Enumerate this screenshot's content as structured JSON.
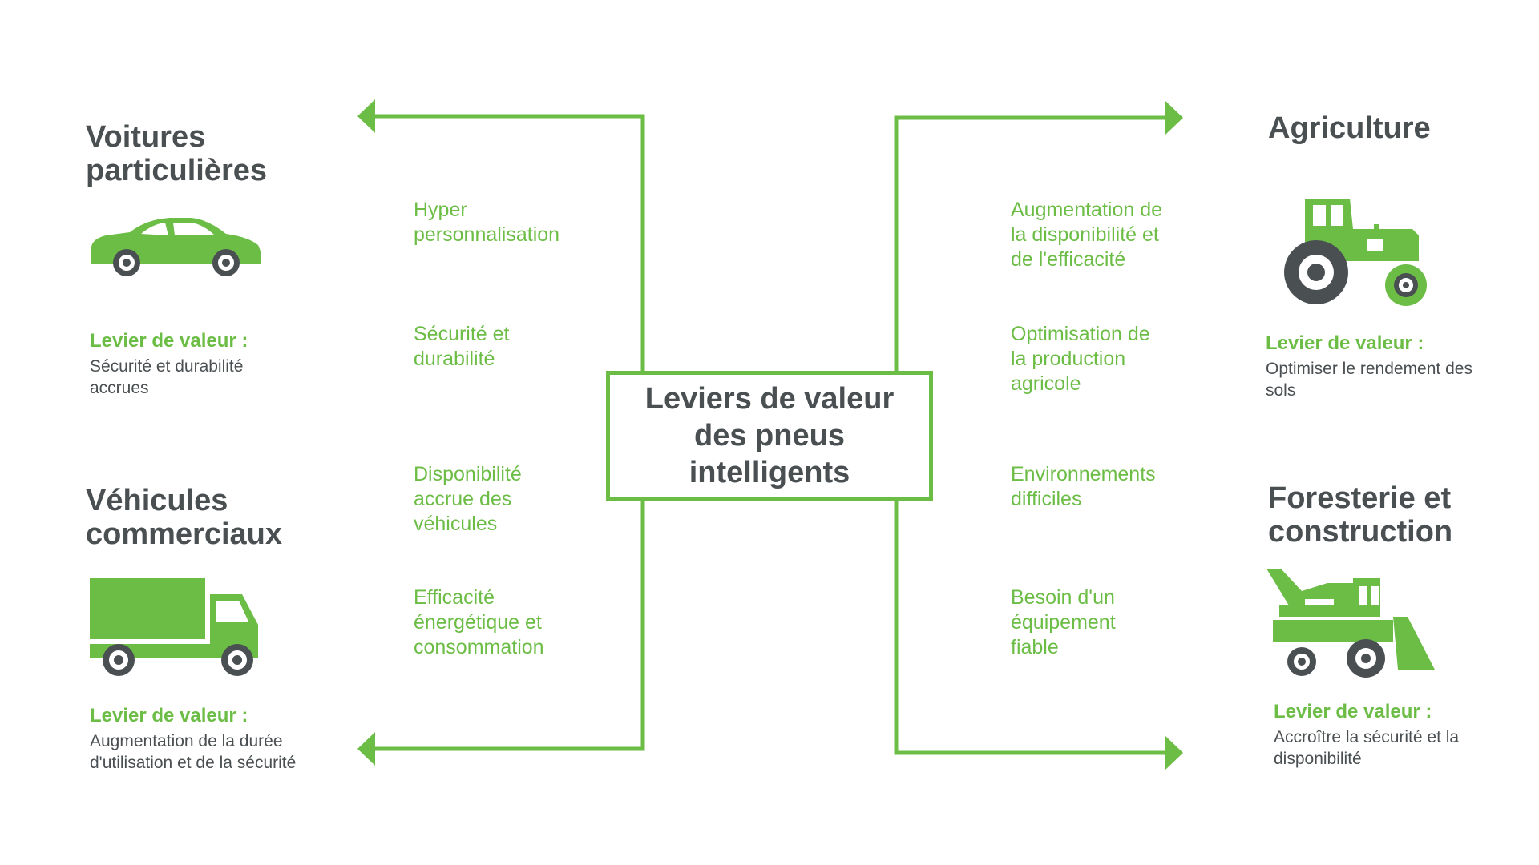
{
  "center": {
    "title": "Leviers de valeur des pneus intelligents"
  },
  "segments": {
    "cars": {
      "title": "Voitures particulières",
      "lever_label": "Levier de valeur :",
      "lever_text": "Sécurité et durabilité accrues",
      "icon": "car-icon"
    },
    "commercial": {
      "title": "Véhicules commerciaux",
      "lever_label": "Levier de valeur :",
      "lever_text": "Augmentation de la durée d'utilisation et de la sécurité",
      "icon": "truck-icon"
    },
    "agriculture": {
      "title": "Agriculture",
      "lever_label": "Levier de valeur :",
      "lever_text": "Optimiser le rendement des sols",
      "icon": "tractor-icon"
    },
    "forestry": {
      "title": "Foresterie et construction",
      "lever_label": "Levier de valeur :",
      "lever_text": "Accroître la sécurité et la disponibilité",
      "icon": "construction-machine-icon"
    }
  },
  "left_drivers": [
    "Hyper personnalisation",
    "Sécurité et durabilité",
    "Disponibilité accrue des véhicules",
    "Efficacité énergétique et consommation"
  ],
  "right_drivers": [
    "Augmentation de la disponibilité et de l'efficacité",
    "Optimisation de la production agricole",
    "Environnements difficiles",
    "Besoin d'un équipement fiable"
  ],
  "colors": {
    "accent": "#6cbd45",
    "text": "#4a4f52",
    "wheel": "#4a4f52"
  }
}
